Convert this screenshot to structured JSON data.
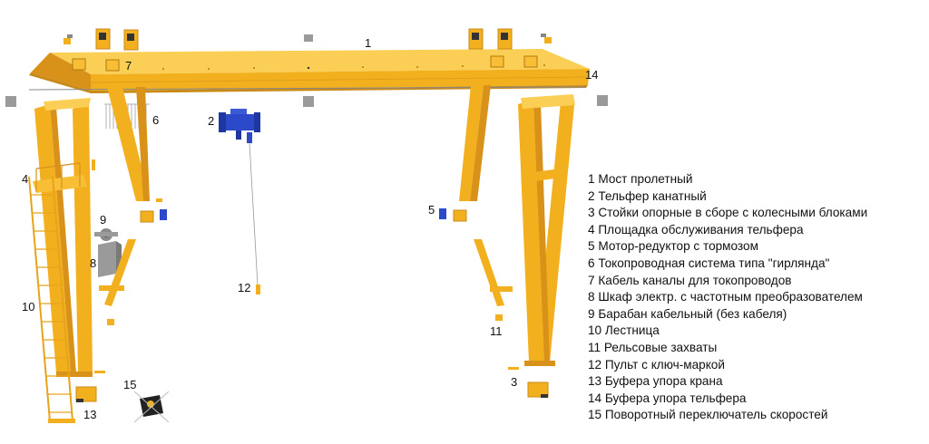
{
  "colors": {
    "steel": "#f2b01e",
    "steel_dark": "#d8921a",
    "steel_light": "#fbcf55",
    "hoist": "#2b49c9",
    "grey": "#9a9a9a"
  },
  "callouts": {
    "n1": "1",
    "n2": "2",
    "n3": "3",
    "n4": "4",
    "n5": "5",
    "n6": "6",
    "n7": "7",
    "n8": "8",
    "n9": "9",
    "n10": "10",
    "n11": "11",
    "n12": "12",
    "n13": "13",
    "n14": "14",
    "n15": "15"
  },
  "legend": [
    "1 Мост пролетный",
    "2 Тельфер канатный",
    "3 Стойки опорные в сборе с колесными блоками",
    "4 Площадка обслуживания тельфера",
    "5 Мотор-редуктор с тормозом",
    "6 Токопроводная система типа \"гирлянда\"",
    "7 Кабель каналы для токопроводов",
    "8 Шкаф электр. с частотным преобразователем",
    "9 Барабан кабельный (без кабеля)",
    "10 Лестница",
    "11 Рельсовые захваты",
    "12 Пульт с ключ-маркой",
    "13 Буфера упора крана",
    "14 Буфера упора тельфера",
    "15 Поворотный переключатель скоростей"
  ]
}
